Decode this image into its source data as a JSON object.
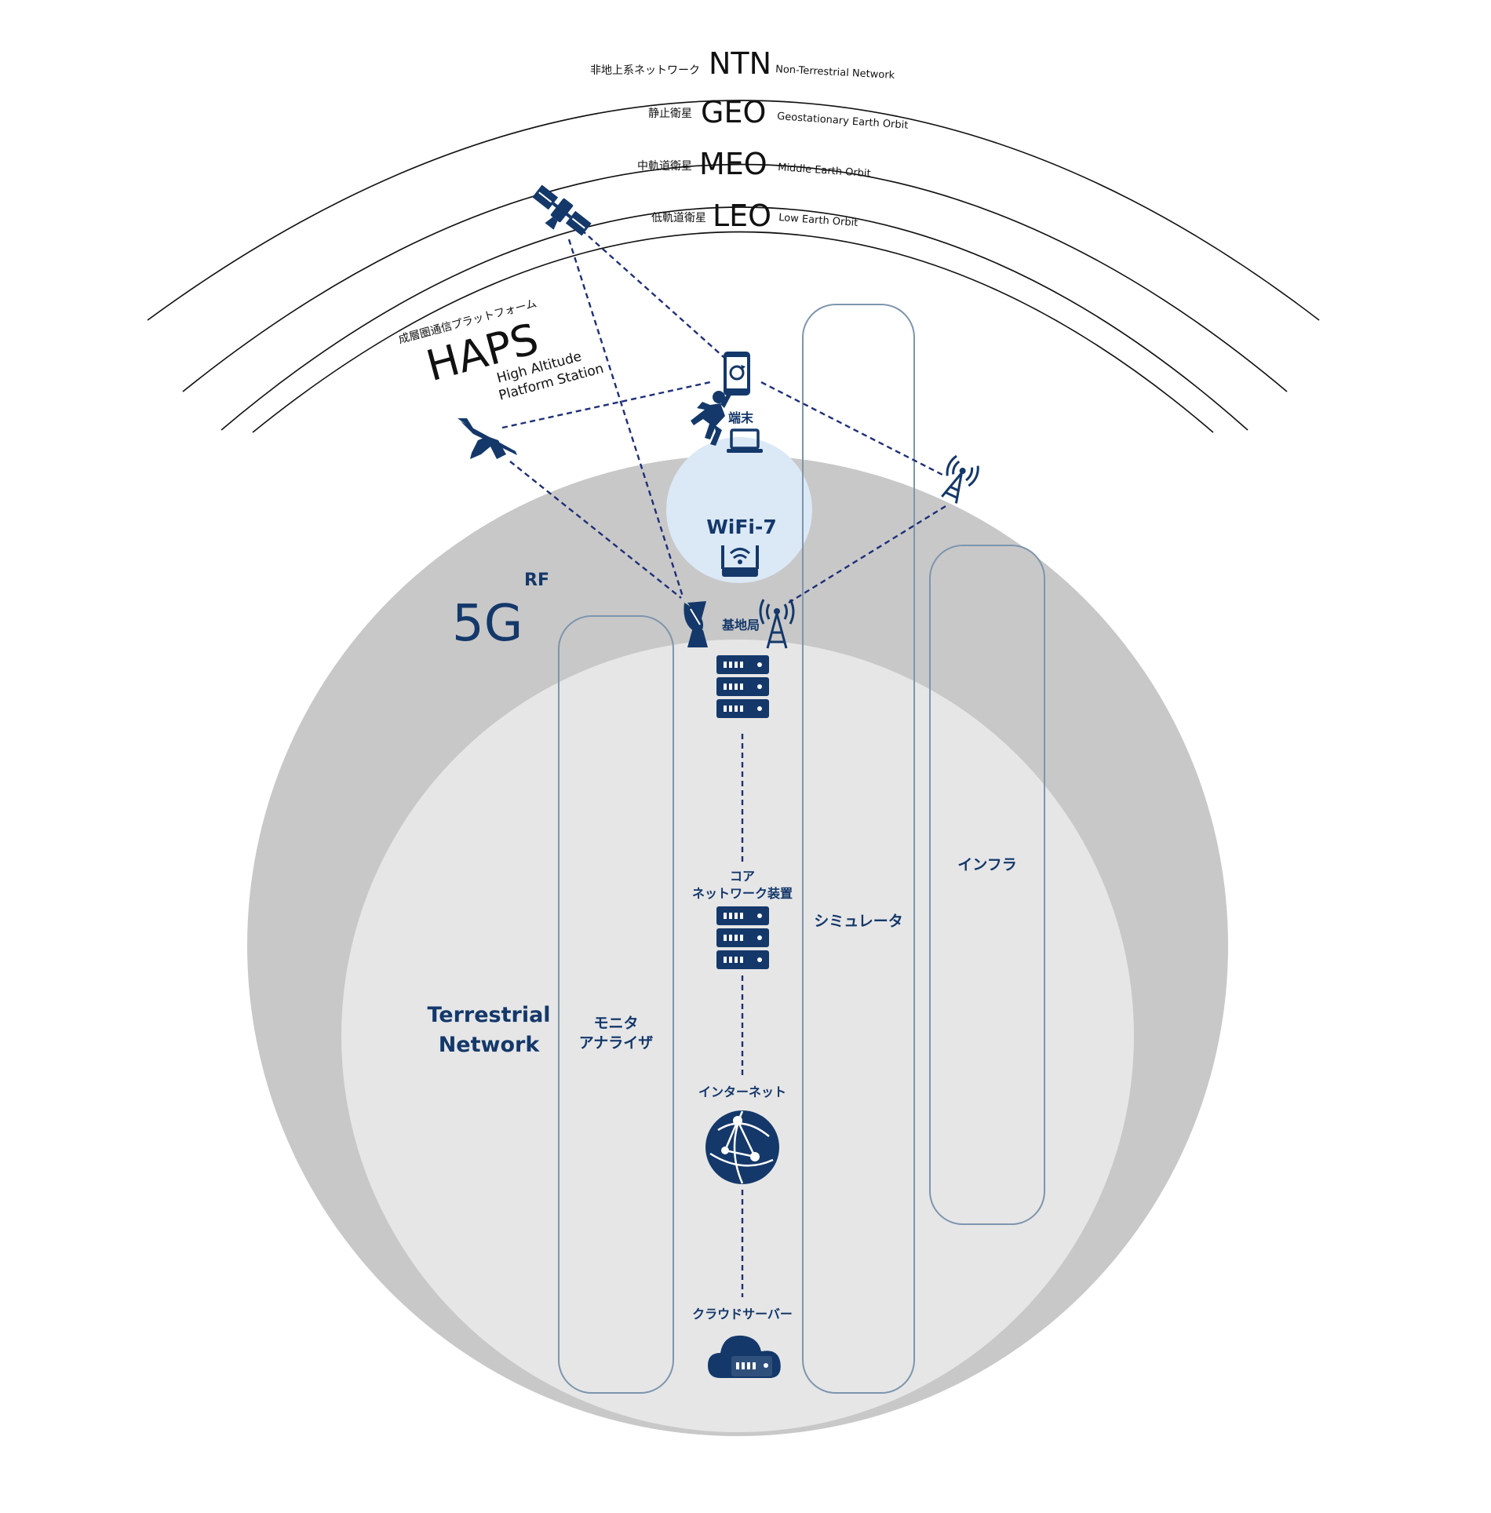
{
  "orbits": [
    {
      "jp": "非地上系ネットワーク",
      "abbr": "NTN",
      "en": "Non-Terrestrial Network"
    },
    {
      "jp": "静止衛星",
      "abbr": "GEO",
      "en": "Geostationary Earth Orbit"
    },
    {
      "jp": "中軌道衛星",
      "abbr": "MEO",
      "en": "Middle Earth Orbit"
    },
    {
      "jp": "低軌道衛星",
      "abbr": "LEO",
      "en": "Low Earth Orbit"
    }
  ],
  "haps": {
    "jp": "成層圏通信プラットフォーム",
    "abbr": "HAPS",
    "en_line1": "High Altitude",
    "en_line2": "Platform Station"
  },
  "labels": {
    "terminal": "端末",
    "wifi": "WiFi-7",
    "rf": "RF",
    "fiveg": "5G",
    "base_station": "基地局",
    "core_line1": "コア",
    "core_line2": "ネットワーク装置",
    "internet": "インターネット",
    "cloud": "クラウドサーバー",
    "terrestrial_line1": "Terrestrial",
    "terrestrial_line2": "Network"
  },
  "columns": {
    "monitor_line1": "モニタ",
    "monitor_line2": "アナライザ",
    "simulator": "シミュレータ",
    "infra": "インフラ"
  },
  "colors": {
    "navy": "#14386a",
    "outer_circle": "#c8c8c8",
    "inner_circle": "#e6e6e7",
    "wifi_circle": "#dbe8f6",
    "column_border": "#7d95ad",
    "link": "#1f2f78"
  },
  "icons": [
    "satellite-icon",
    "drone-icon",
    "smartphone-icon",
    "person-icon",
    "laptop-icon",
    "router-icon",
    "dish-antenna-icon",
    "cell-tower-icon",
    "server-icon",
    "globe-icon",
    "cloud-server-icon"
  ]
}
